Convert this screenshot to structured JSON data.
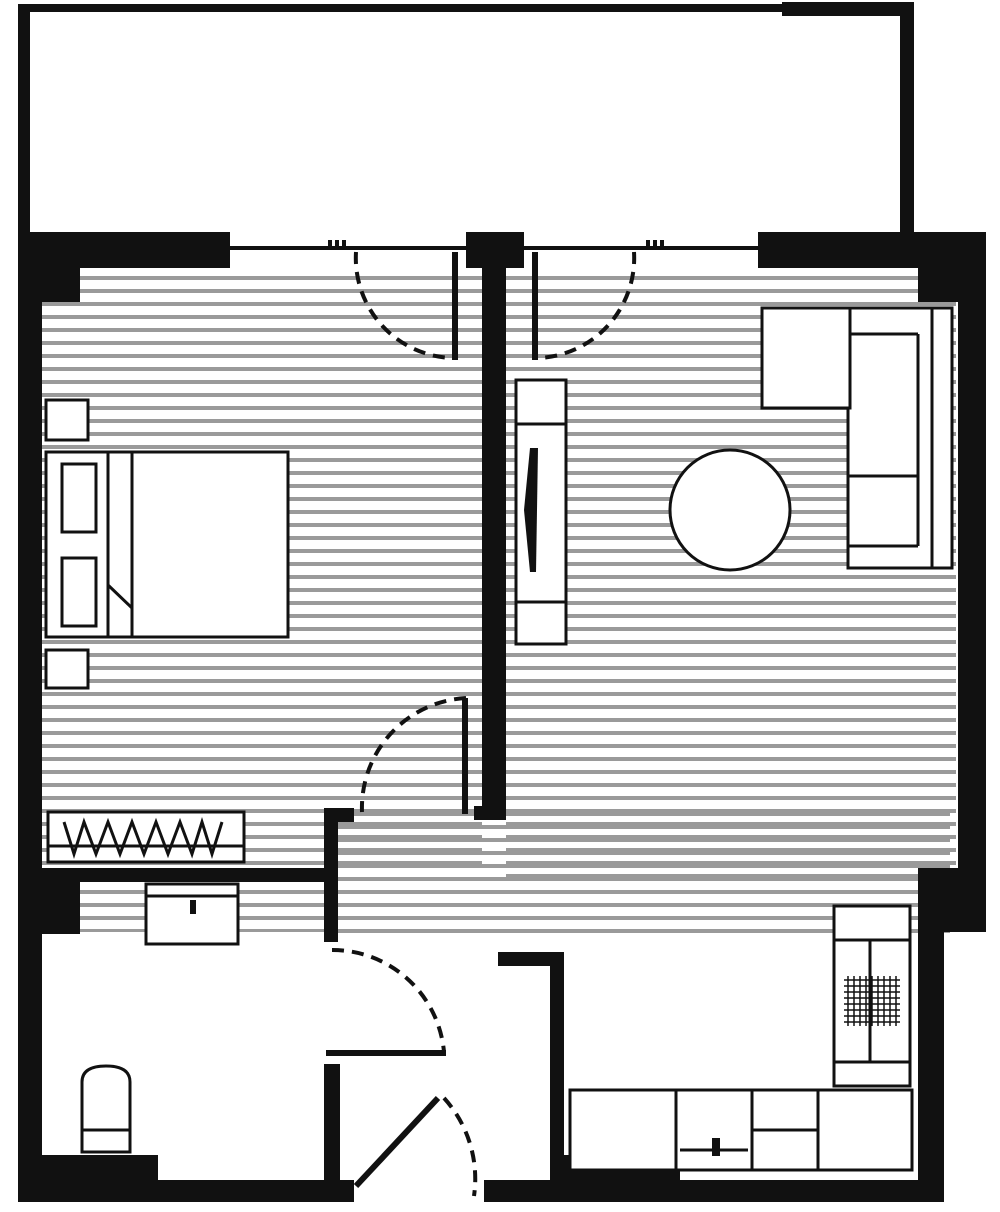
{
  "plan": {
    "colors": {
      "wall": "#111111",
      "floor_stripe": "#9a9a9a",
      "background": "#ffffff"
    },
    "rooms": [
      "balcony",
      "bedroom",
      "living-room",
      "hallway",
      "bathroom",
      "kitchen"
    ],
    "furniture": [
      "double-bed",
      "nightstand",
      "wardrobe",
      "tv-unit",
      "corner-sofa",
      "round-table",
      "vanity-sink",
      "toilet",
      "fridge",
      "stove",
      "kitchen-counter",
      "kitchen-sink"
    ]
  }
}
